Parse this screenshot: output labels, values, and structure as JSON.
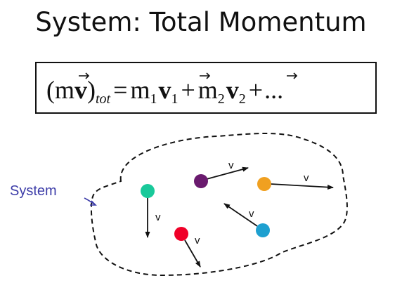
{
  "title": "System:  Total Momentum",
  "equation": {
    "lhs_open": "(m",
    "lhs_v": "v",
    "lhs_close": ")",
    "lhs_sub": "tot",
    "equals": "=",
    "m1": "m",
    "m1_sub": "1",
    "v1": "v",
    "v1_sub": "1",
    "plus1": "+",
    "m2": "m",
    "m2_sub": "2",
    "v2": "v",
    "v2_sub": "2",
    "plus2": "+",
    "ellipsis": "..."
  },
  "system_label": "System",
  "velocity_label": "v",
  "colors": {
    "ball_green": "#19c99a",
    "ball_purple": "#6a1a6e",
    "ball_orange": "#f0a020",
    "ball_red": "#f00028",
    "ball_blue": "#1ea0d0",
    "system_label": "#3c3ca8",
    "ink": "#111111"
  }
}
